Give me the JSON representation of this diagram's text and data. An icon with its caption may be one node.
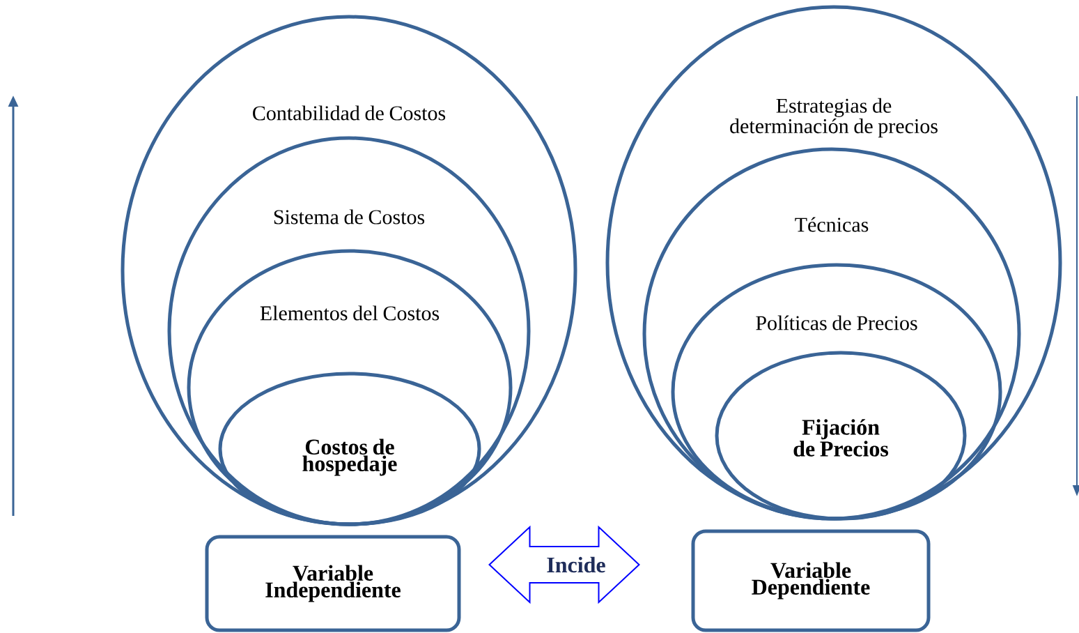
{
  "diagram": {
    "nodes": [
      {
        "text": [
          "Contabilidad de Costos"
        ]
      },
      {
        "text": [
          "Sistema de Costos"
        ],
        "in": 0
      },
      {
        "text": [
          "Elementos del Costos"
        ],
        "in": 1
      },
      {
        "text": [
          "Costos de hospedaje"
        ],
        "in": 2
      },
      {
        "text": [
          "Estrategias de determinación de precios"
        ]
      },
      {
        "text": [
          "Técnicas"
        ],
        "in": 4
      },
      {
        "text": [
          "Políticas de Precios"
        ],
        "in": 5
      },
      {
        "text": [
          "Fijación de Precios"
        ],
        "in": 6
      },
      {
        "text": [
          "Variable Independiente"
        ]
      },
      {
        "text": [
          "Variable Dependiente"
        ]
      }
    ],
    "edges": [
      {
        "from": 8,
        "to": 9,
        "arrow": "both",
        "label": "Incide",
        "color": "#0000ff"
      }
    ]
  }
}
